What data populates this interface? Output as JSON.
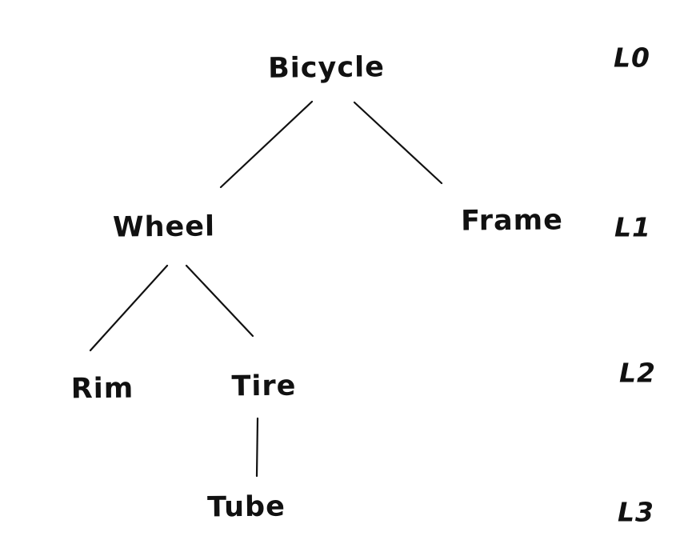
{
  "colors": {
    "ink": "#111111",
    "background": "#ffffff"
  },
  "tree": {
    "type": "hierarchy-diagram",
    "nodes": [
      {
        "label": "Bicycle",
        "level": "L0"
      },
      {
        "label": "Wheel",
        "level": "L1"
      },
      {
        "label": "Frame",
        "level": "L1"
      },
      {
        "label": "Rim",
        "level": "L2"
      },
      {
        "label": "Tire",
        "level": "L2"
      },
      {
        "label": "Tube",
        "level": "L3"
      }
    ],
    "edges": [
      {
        "from": "Bicycle",
        "to": "Wheel"
      },
      {
        "from": "Bicycle",
        "to": "Frame"
      },
      {
        "from": "Wheel",
        "to": "Rim"
      },
      {
        "from": "Wheel",
        "to": "Tire"
      },
      {
        "from": "Tire",
        "to": "Tube"
      }
    ],
    "levels": [
      "L0",
      "L1",
      "L2",
      "L3"
    ]
  }
}
